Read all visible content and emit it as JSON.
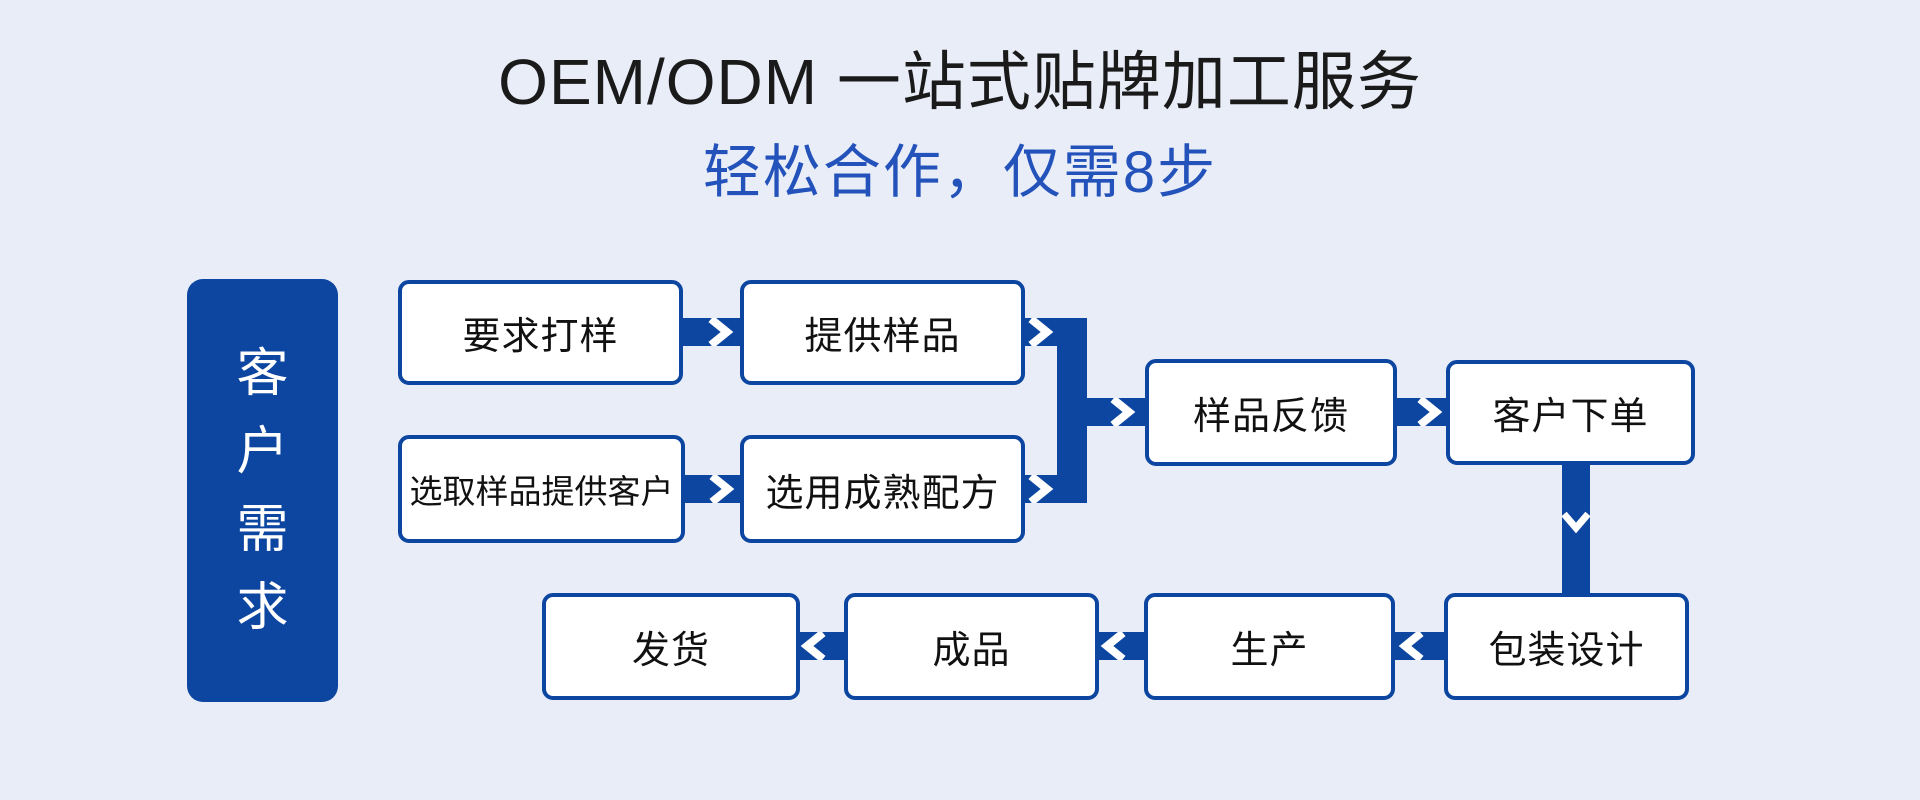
{
  "header": {
    "title": "OEM/ODM 一站式贴牌加工服务",
    "subtitle": "轻松合作，仅需8步"
  },
  "sidebar": {
    "label": "客户需求",
    "chars": [
      "客",
      "户",
      "需",
      "求"
    ]
  },
  "flow": {
    "row_top": [
      {
        "label": "要求打样"
      },
      {
        "label": "提供样品"
      }
    ],
    "row_middle": [
      {
        "label": "选取样品提供客户"
      },
      {
        "label": "选用成熟配方"
      }
    ],
    "after_merge": [
      {
        "label": "样品反馈"
      },
      {
        "label": "客户下单"
      }
    ],
    "row_bottom": [
      {
        "label": "包装设计"
      },
      {
        "label": "生产"
      },
      {
        "label": "成品"
      },
      {
        "label": "发货"
      }
    ]
  },
  "colors": {
    "background": "#E9EDF8",
    "primary_blue": "#0C46A0",
    "subtitle_blue": "#2352BB",
    "box_fill": "#FFFFFF",
    "box_border": "#0C46A0",
    "title_text": "#1A1A1A",
    "label_text": "#111111",
    "chevron": "#FFFFFF"
  }
}
